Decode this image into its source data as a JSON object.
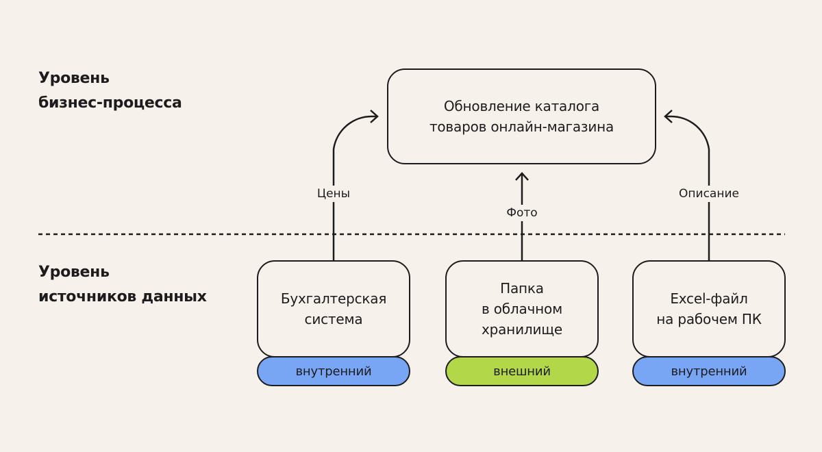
{
  "levels": {
    "business": [
      "Уровень",
      "бизнес-процесса"
    ],
    "sources": [
      "Уровень",
      "источников данных"
    ]
  },
  "process": {
    "lines": [
      "Обновление каталога",
      "товаров онлайн-магазина"
    ]
  },
  "sources": [
    {
      "lines": [
        "Бухгалтерская",
        "система"
      ],
      "type": "внутренний",
      "type_color": "#78a6f5",
      "flow": "Цены"
    },
    {
      "lines": [
        "Папка",
        "в облачном",
        "хранилище"
      ],
      "type": "внешний",
      "type_color": "#b2d84a",
      "flow": "Фото"
    },
    {
      "lines": [
        "Excel-файл",
        "на рабочем ПК"
      ],
      "type": "внутренний",
      "type_color": "#78a6f5",
      "flow": "Описание"
    }
  ],
  "colors": {
    "background": "#f6f2eb",
    "stroke": "#1c1c1e",
    "internal": "#78a6f5",
    "external": "#b2d84a"
  }
}
